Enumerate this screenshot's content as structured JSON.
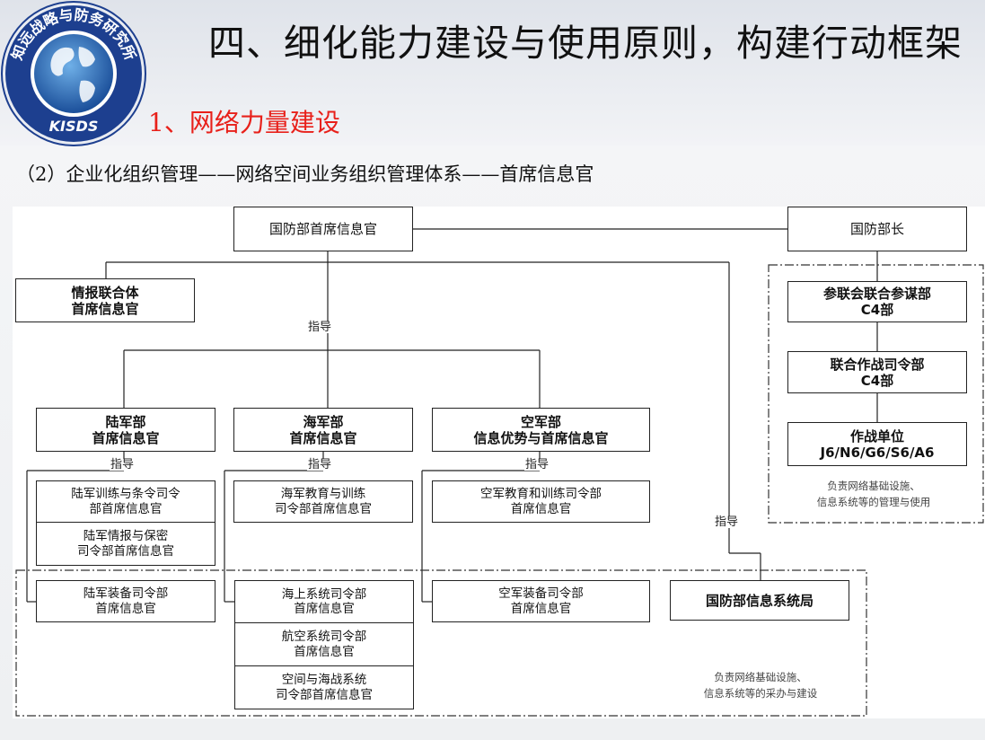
{
  "header": {
    "title": "四、细化能力建设与使用原则，构建行动框架",
    "subtitle": "1、网络力量建设",
    "logo_text": "知远战略与防务研究所",
    "logo_abbr": "KISDS"
  },
  "description": "（2）企业化组织管理——网络空间业务组织管理体系——首席信息官",
  "org": {
    "dod_cio": "国防部首席信息官",
    "secdef": "国防部长",
    "ic_cio_l1": "情报联合体",
    "ic_cio_l2": "首席信息官",
    "js_c4_l1": "参联会联合参谋部",
    "js_c4_l2": "C4部",
    "cocom_c4_l1": "联合作战司令部",
    "cocom_c4_l2": "C4部",
    "units_l1": "作战单位",
    "units_l2": "J6/N6/G6/S6/A6",
    "right_note_l1": "负责网络基础设施、",
    "right_note_l2": "信息系统等的管理与使用",
    "army_l1": "陆军部",
    "army_l2": "首席信息官",
    "navy_l1": "海军部",
    "navy_l2": "首席信息官",
    "af_l1": "空军部",
    "af_l2": "信息优势与首席信息官",
    "guide": "指导",
    "army_tradoc_l1": "陆军训练与条令司令",
    "army_tradoc_l2": "部首席信息官",
    "army_inscom_l1": "陆军情报与保密",
    "army_inscom_l2": "司令部首席信息官",
    "army_amc_l1": "陆军装备司令部",
    "army_amc_l2": "首席信息官",
    "navy_netc_l1": "海军教育与训练",
    "navy_netc_l2": "司令部首席信息官",
    "navy_sea_l1": "海上系统司令部",
    "navy_sea_l2": "首席信息官",
    "navy_air_l1": "航空系统司令部",
    "navy_air_l2": "首席信息官",
    "navy_spawar_l1": "空间与海战系统",
    "navy_spawar_l2": "司令部首席信息官",
    "af_aetc_l1": "空军教育和训练司令部",
    "af_aetc_l2": "首席信息官",
    "af_afmc_l1": "空军装备司令部",
    "af_afmc_l2": "首席信息官",
    "disa": "国防部信息系统局",
    "bottom_note_l1": "负责网络基础设施、",
    "bottom_note_l2": "信息系统等的采办与建设"
  },
  "colors": {
    "title": "#111111",
    "subtitle": "#e8201a",
    "logo_blue": "#1d3f8f",
    "line": "#222222"
  }
}
